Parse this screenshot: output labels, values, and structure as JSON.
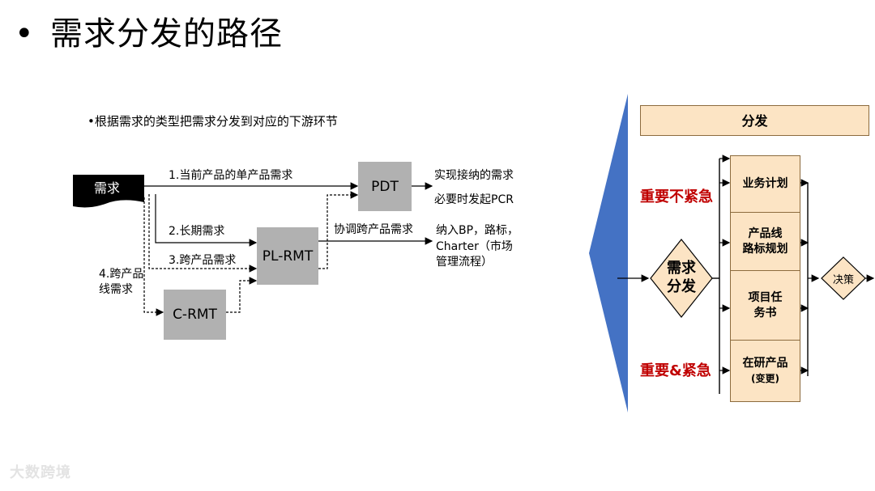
{
  "title": "需求分发的路径",
  "bullet": "•",
  "subtitle": "•根据需求的类型把需求分发到对应的下游环节",
  "left_diagram": {
    "source": "需求",
    "pdt": "PDT",
    "plrmt": "PL-RMT",
    "crmt": "C-RMT",
    "route1": "1.当前产品的单产品需求",
    "route2": "2.长期需求",
    "route3": "3.跨产品需求",
    "route4_line1": "4.跨产品",
    "route4_line2": "线需求",
    "pdt_out1": "实现接纳的需求",
    "pdt_out2": "必要时发起PCR",
    "coord": "协调跨产品需求",
    "plrmt_out1": "纳入BP，路标，",
    "plrmt_out2": "Charter（市场",
    "plrmt_out3": "管理流程）"
  },
  "right_diagram": {
    "header": "分发",
    "diamond": [
      "需求",
      "分发"
    ],
    "items": [
      {
        "line1": "业务计划",
        "line2": ""
      },
      {
        "line1": "产品线",
        "line2": "路标规划"
      },
      {
        "line1": "项目任",
        "line2": "务书"
      },
      {
        "line1": "在研产品",
        "line2": "(变更)"
      }
    ],
    "decision": "决策",
    "priority_top": "重要不紧急",
    "priority_bottom": "重要&紧急"
  },
  "colors": {
    "gray_box": "#b1b1b1",
    "beige": "#fce4c4",
    "red": "#c00000",
    "blue_triangle": "#4472c4"
  },
  "watermark": "大数跨境"
}
